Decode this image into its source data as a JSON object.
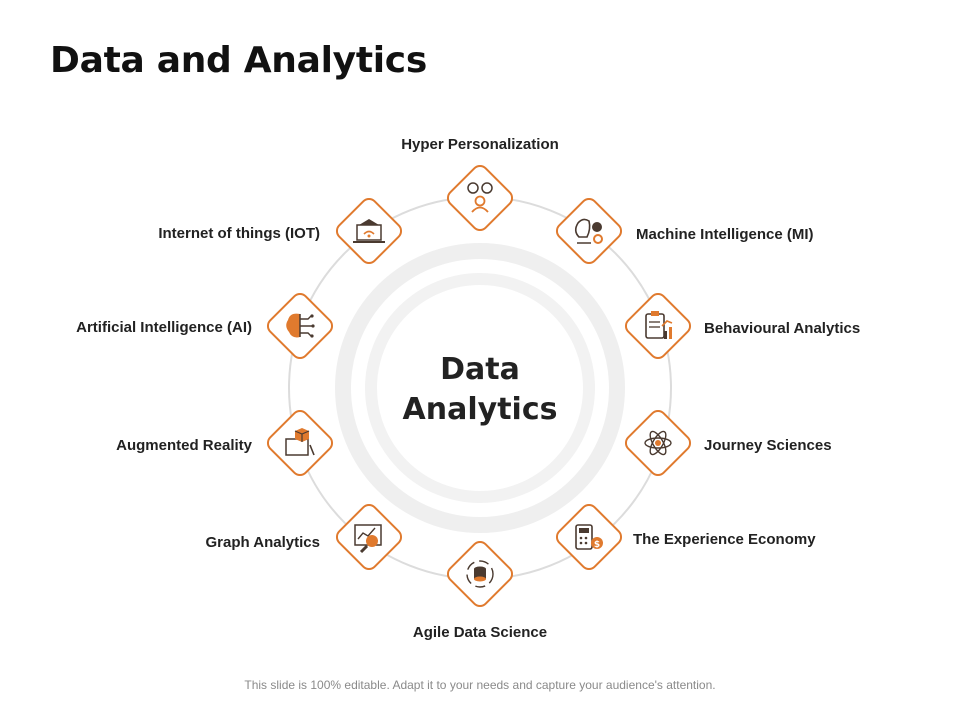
{
  "title": "Data and Analytics",
  "center": {
    "line1": "Data",
    "line2": "Analytics"
  },
  "nodes": [
    {
      "label": "Hyper Personalization"
    },
    {
      "label": "Machine Intelligence (MI)"
    },
    {
      "label": "Behavioural Analytics"
    },
    {
      "label": "Journey Sciences"
    },
    {
      "label": "The Experience Economy"
    },
    {
      "label": "Agile Data Science"
    },
    {
      "label": "Graph Analytics"
    },
    {
      "label": "Augmented Reality"
    },
    {
      "label": "Artificial Intelligence (AI)"
    },
    {
      "label": "Internet of things (IOT)"
    }
  ],
  "footer": "This slide is 100% editable. Adapt it to your needs and capture your audience's attention.",
  "colors": {
    "accent": "#e07a2e",
    "icon_dark": "#4a3a30",
    "ring": "#efefef"
  },
  "icons": [
    "people-icon",
    "brain-gear-icon",
    "clipboard-chart-icon",
    "atom-icon",
    "calculator-coin-icon",
    "database-cycle-icon",
    "chart-magnifier-icon",
    "cube-screen-icon",
    "brain-circuit-icon",
    "laptop-wifi-icon"
  ]
}
